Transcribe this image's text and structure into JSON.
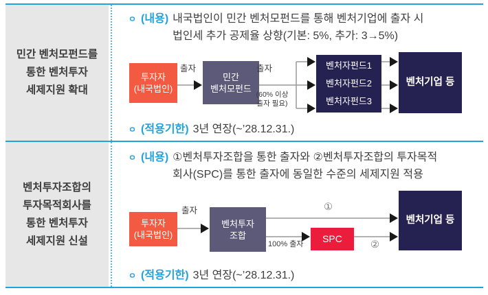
{
  "colors": {
    "accent_blue": "#22a2dd",
    "orange_box": "#f25b41",
    "purple_box": "#5c5979",
    "navy_box": "#252150",
    "red_box": "#ec1c3c",
    "label_cell_gray": "#e7e7e7"
  },
  "rows": [
    {
      "label": "민간 벤처모펀드를\n통한 벤처투자\n세제지원 확대",
      "content": {
        "bullet": "ㅇ",
        "tag": "(내용)",
        "text": "내국법인이 민간 벤처모펀드를 통해 벤처기업에 출자 시\n법인세 추가 공제율 상향(기본: 5%, 추가: 3→5%)"
      },
      "diagram": {
        "investor": "투자자\n(내국법인)",
        "arrow1_label": "출자",
        "mother_fund": "민간\n벤처모펀드",
        "arrow2_label": "출자",
        "arrow2_note": "(60% 이상\n출자 필요)",
        "funds": [
          "벤처자펀드1",
          "벤처자펀드2",
          "벤처자펀드3"
        ],
        "target": "벤처기업 등"
      },
      "period": {
        "bullet": "ㅇ",
        "tag": "(적용기한)",
        "text": "3년 연장(~’28.12.31.)"
      }
    },
    {
      "label": "벤처투자조합의\n투자목적회사를\n통한 벤처투자\n세제지원 신설",
      "content": {
        "bullet": "ㅇ",
        "tag": "(내용)",
        "text": "①벤처투자조합을 통한 출자와 ②벤처투자조합의 투자목적\n회사(SPC)를 통한 출자에 동일한 수준의 세제지원 적용"
      },
      "diagram": {
        "investor": "투자자\n(내국법인)",
        "arrow1_label": "출자",
        "fund": "벤처투자\n조합",
        "path1_label": "①",
        "path2_label": "100% 출자",
        "spc": "SPC",
        "path3_label": "②",
        "target": "벤처기업 등"
      },
      "period": {
        "bullet": "ㅇ",
        "tag": "(적용기한)",
        "text": "3년 연장(~’28.12.31.)"
      }
    }
  ]
}
